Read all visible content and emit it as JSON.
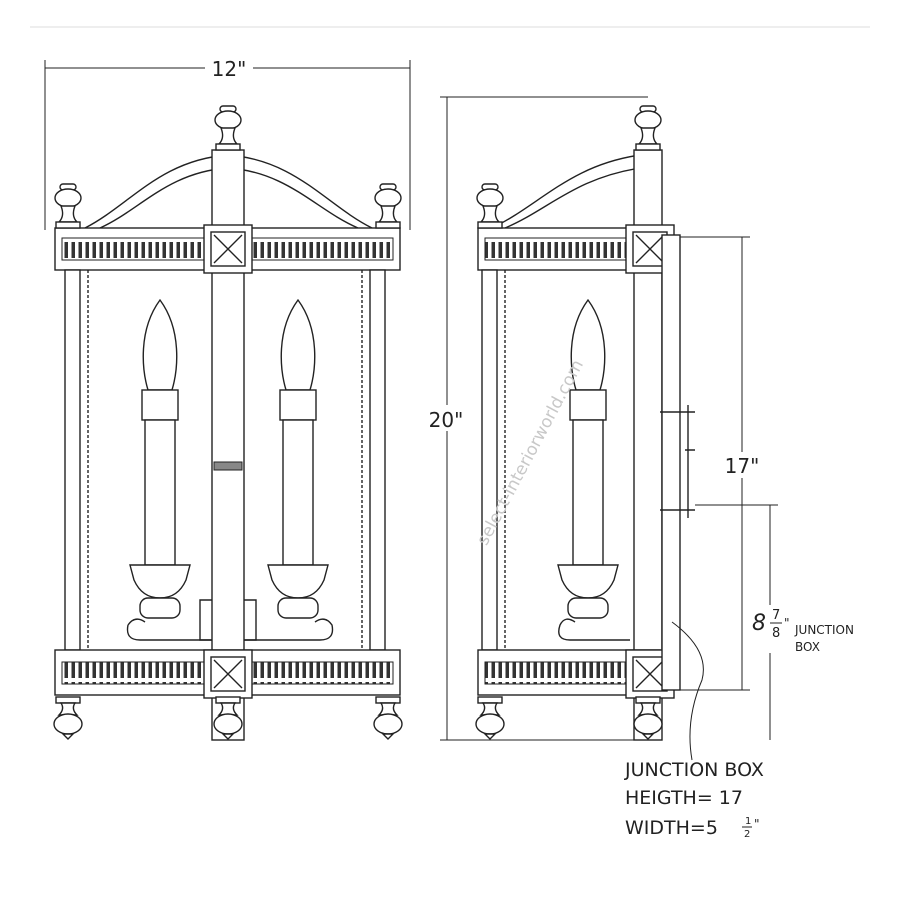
{
  "drawing": {
    "width_label": "12\"",
    "height_label": "20\"",
    "backplate_height_label": "17\"",
    "junction_height_whole": "8",
    "junction_height_num": "7",
    "junction_height_den": "8",
    "junction_height_inch": "\"",
    "junction_side_label_1": "JUNCTION",
    "junction_side_label_2": "BOX",
    "note_line_1": "JUNCTION BOX",
    "note_line_2": "HEIGTH= 17",
    "note_line_3_prefix": "WIDTH=5",
    "note_line_3_num": "1",
    "note_line_3_den": "2",
    "note_line_3_inch": "\"",
    "watermark": "select-interiorworld.com"
  },
  "colors": {
    "line": "#222222",
    "watermark": "#c8c8c8",
    "rule": "#eeeeee"
  }
}
